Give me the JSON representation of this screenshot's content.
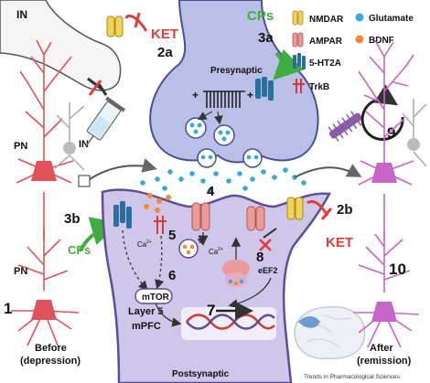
{
  "labels": {
    "in_top": "IN",
    "ket_top": "KET",
    "step_2a": "2a",
    "cps_top": "CPs",
    "step_3a": "3a",
    "presynaptic": "Presynaptic",
    "step_9": "9",
    "pn_upper": "PN",
    "in_left": "IN",
    "pn_lower": "PN",
    "step_3b": "3b",
    "cps_left": "CPs",
    "step_1": "1",
    "before_line1": "Before",
    "before_line2": "(depression)",
    "step_4": "4",
    "step_5": "5",
    "ca_left": "Ca",
    "ca_mid": "Ca",
    "ca_sup": "2+",
    "step_6": "6",
    "mtor": "mTOR",
    "step_7": "7",
    "step_8": "8",
    "eef2": "eEF2",
    "layer_line1": "Layer 5",
    "layer_line2": "mPFC",
    "postsynaptic": "Postsynaptic",
    "step_2b": "2b",
    "ket_right": "KET",
    "step_10": "10",
    "after_line1": "After",
    "after_line2": "(remission)",
    "credit": "Trends in Pharmacological Sciences"
  },
  "legend": [
    {
      "label": "NMDAR",
      "icon": "nmdar-icon",
      "color": "#f2d35a"
    },
    {
      "label": "AMPAR",
      "icon": "ampar-icon",
      "color": "#eb9a9a"
    },
    {
      "label": "5-HT2A",
      "icon": "5ht2a-icon",
      "color": "#2a6fa0"
    },
    {
      "label": "Glutamate",
      "icon": "glutamate-dot",
      "color": "#3aa7df"
    },
    {
      "label": "BDNF",
      "icon": "bdnf-dot",
      "color": "#f08a34"
    },
    {
      "label": "TrkB",
      "icon": "trkb-icon",
      "color": "#d23b3b"
    }
  ],
  "colors": {
    "presynaptic": "#b9bfe6",
    "postsynaptic": "#cfc6e9",
    "depressed_neuron": "#e0525a",
    "remission_neuron": "#c865c6",
    "green_arrow": "#3fae3f",
    "inhibit_red": "#e23c3c"
  }
}
